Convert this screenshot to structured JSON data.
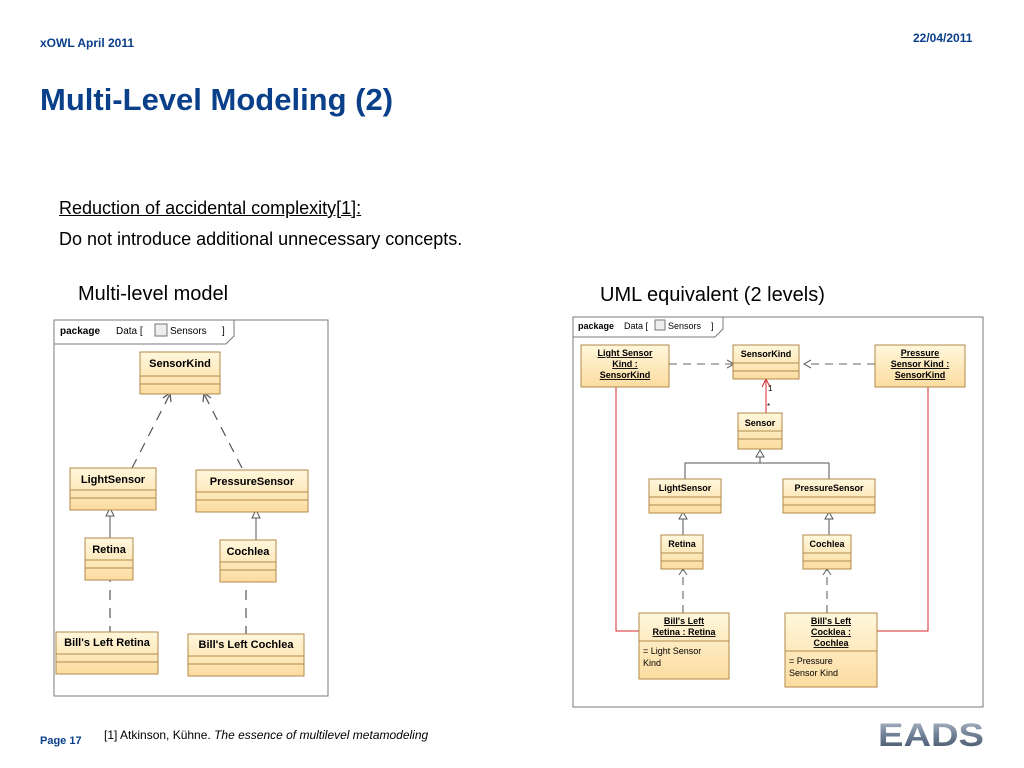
{
  "header": {
    "left": "xOWL April 2011",
    "date": "22/04/2011"
  },
  "title": "Multi-Level Modeling (2)",
  "subheading": "Reduction of accidental complexity[1]:",
  "subtext": "Do not introduce additional unnecessary concepts.",
  "left_diagram": {
    "caption": "Multi-level model",
    "package_keyword": "package",
    "package_name": "Data [",
    "package_label": "Sensors",
    "package_close": "]",
    "boxes": {
      "sensor_kind": "SensorKind",
      "light_sensor": "LightSensor",
      "pressure_sensor": "PressureSensor",
      "retina": "Retina",
      "cochlea": "Cochlea",
      "bills_left_retina": "Bill's Left Retina",
      "bills_left_cochlea": "Bill's Left Cochlea"
    }
  },
  "right_diagram": {
    "caption": "UML equivalent (2 levels)",
    "package_keyword": "package",
    "package_name": "Data [",
    "package_label": "Sensors",
    "package_close": "]",
    "boxes": {
      "light_sensor_kind": [
        "Light Sensor",
        "Kind :",
        "SensorKind"
      ],
      "sensor_kind": "SensorKind",
      "pressure_sensor_kind": [
        "Pressure",
        "Sensor Kind :",
        "SensorKind"
      ],
      "sensor": "Sensor",
      "light_sensor": "LightSensor",
      "pressure_sensor": "PressureSensor",
      "retina": "Retina",
      "cochlea": "Cochlea",
      "bills_left_retina": [
        "Bill's Left",
        "Retina : Retina"
      ],
      "bills_left_retina_attr": [
        "= Light Sensor",
        "Kind"
      ],
      "bills_left_cochlea": [
        "Bill's Left",
        "Cocklea :",
        "Cochlea"
      ],
      "bills_left_cochlea_attr": [
        "= Pressure",
        "Sensor Kind"
      ]
    },
    "multiplicity_one": "1",
    "multiplicity_many": "*"
  },
  "footnote": {
    "prefix": "[1] Atkinson, Kühne. ",
    "title": "The essence of multilevel metamodeling"
  },
  "page": "Page 17",
  "logo": "EADS",
  "colors": {
    "brand_blue": "#0a3f8a",
    "box_fill": "#fdebc0",
    "box_border": "#b08a4a",
    "relation_red": "#d42a2a"
  }
}
